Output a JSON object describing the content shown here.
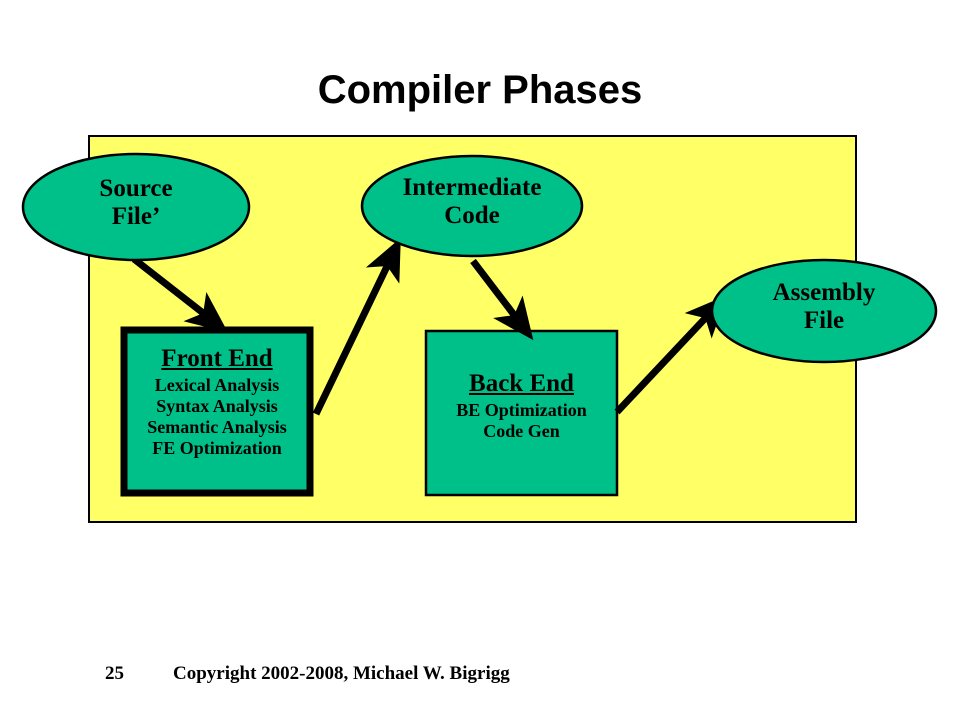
{
  "slide": {
    "title": "Compiler Phases",
    "background_color": "#ffffff",
    "panel_color": "#ffff66",
    "shape_color": "#00c089",
    "outline_color": "#000000"
  },
  "nodes": {
    "source_file": {
      "shape": "ellipse",
      "lines": [
        "Source",
        "File’"
      ],
      "line1": "Source",
      "line2": "File’"
    },
    "intermediate_code": {
      "shape": "ellipse",
      "lines": [
        "Intermediate",
        "Code"
      ],
      "line1": "Intermediate",
      "line2": "Code"
    },
    "assembly_file": {
      "shape": "ellipse",
      "lines": [
        "Assembly",
        "File"
      ],
      "line1": "Assembly",
      "line2": "File"
    },
    "front_end": {
      "shape": "rectangle",
      "heading": "Front End",
      "items": [
        "Lexical Analysis",
        "Syntax Analysis",
        "Semantic Analysis",
        "FE Optimization"
      ]
    },
    "back_end": {
      "shape": "rectangle",
      "heading": "Back End",
      "items": [
        "BE Optimization",
        "Code Gen"
      ]
    }
  },
  "arrows": [
    {
      "name": "source-to-front-end",
      "from": "source_file",
      "to": "front_end"
    },
    {
      "name": "front-end-to-intermediate",
      "from": "front_end",
      "to": "intermediate_code"
    },
    {
      "name": "intermediate-to-back-end",
      "from": "intermediate_code",
      "to": "back_end"
    },
    {
      "name": "back-end-to-assembly",
      "from": "back_end",
      "to": "assembly_file"
    }
  ],
  "footer": {
    "page_number": "25",
    "copyright": "Copyright 2002-2008, Michael W. Bigrigg"
  }
}
